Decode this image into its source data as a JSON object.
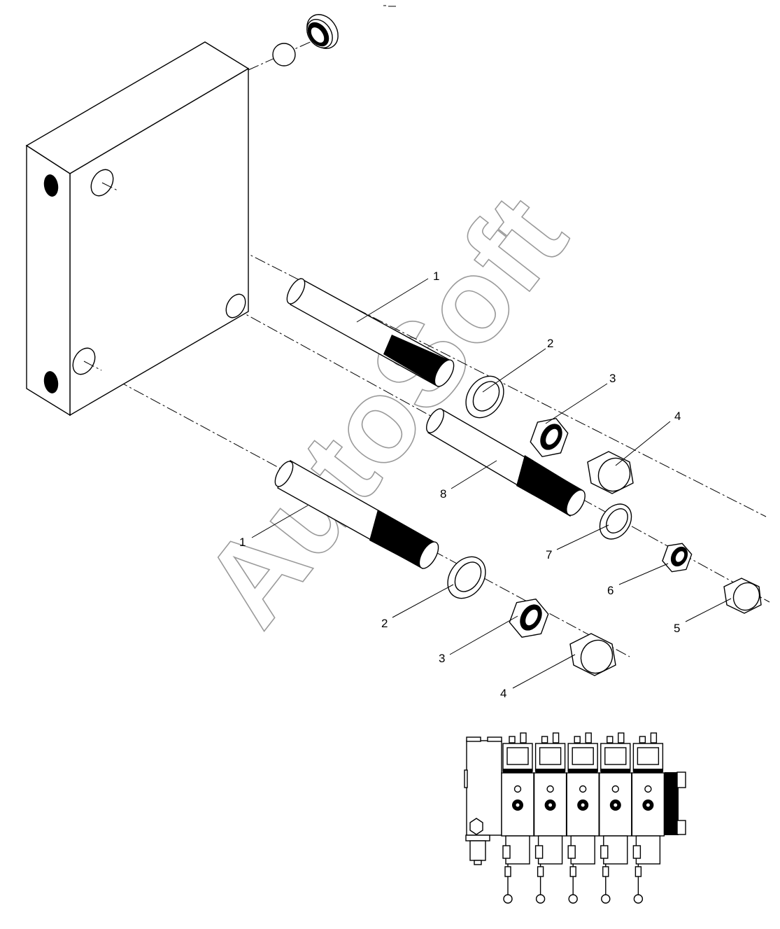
{
  "watermark": "AutoSoft",
  "callouts": {
    "c1a": "1",
    "c1b": "1",
    "c2a": "2",
    "c2b": "2",
    "c3a": "3",
    "c3b": "3",
    "c4a": "4",
    "c4b": "4",
    "c5": "5",
    "c6": "6",
    "c7": "7",
    "c8": "8"
  }
}
